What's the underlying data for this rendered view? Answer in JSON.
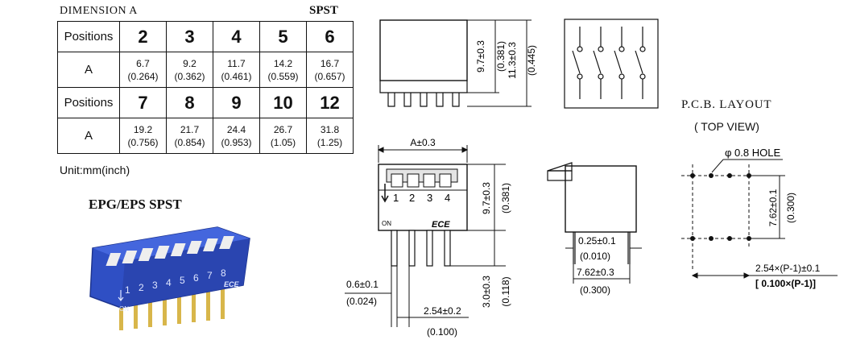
{
  "table": {
    "title": "DIMENSION A",
    "type_label": "SPST",
    "row_label_positions": "Positions",
    "row_label_a": "A",
    "row1": [
      {
        "pos": "2",
        "mm": "6.7",
        "inch": "(0.264)"
      },
      {
        "pos": "3",
        "mm": "9.2",
        "inch": "(0.362)"
      },
      {
        "pos": "4",
        "mm": "11.7",
        "inch": "(0.461)"
      },
      {
        "pos": "5",
        "mm": "14.2",
        "inch": "(0.559)"
      },
      {
        "pos": "6",
        "mm": "16.7",
        "inch": "(0.657)"
      }
    ],
    "row2": [
      {
        "pos": "7",
        "mm": "19.2",
        "inch": "(0.756)"
      },
      {
        "pos": "8",
        "mm": "21.7",
        "inch": "(0.854)"
      },
      {
        "pos": "9",
        "mm": "24.4",
        "inch": "(0.953)"
      },
      {
        "pos": "10",
        "mm": "26.7",
        "inch": "(1.05)"
      },
      {
        "pos": "12",
        "mm": "31.8",
        "inch": "(1.25)"
      }
    ],
    "unit": "Unit:mm(inch)"
  },
  "product": {
    "title": "EPG/EPS SPST",
    "numbers": [
      "1",
      "2",
      "3",
      "4",
      "5",
      "6",
      "7",
      "8"
    ],
    "on_label": "ON",
    "brand": "ECE"
  },
  "side_view": {
    "height_body": "9.7±0.3",
    "height_body_inch": "(0.381)",
    "height_total": "11.3±0.3",
    "height_total_inch": "(0.445)"
  },
  "front_view": {
    "width_a": "A±0.3",
    "height": "9.7±0.3",
    "height_inch": "(0.381)",
    "numbers": [
      "1",
      "2",
      "3",
      "4"
    ],
    "on_label": "ON",
    "brand": "ECE",
    "pin_width": "0.6±0.1",
    "pin_width_inch": "(0.024)",
    "pin_pitch": "2.54±0.2",
    "pin_pitch_inch": "(0.100)",
    "pin_length": "3.0±0.3",
    "pin_length_inch": "(0.118)"
  },
  "end_view": {
    "pin_thick": "0.25±0.1",
    "pin_thick_inch": "(0.010)",
    "row_spacing": "7.62±0.3",
    "row_spacing_inch": "(0.300)"
  },
  "pcb": {
    "title": "P.C.B. LAYOUT",
    "subtitle": "( TOP VIEW)",
    "hole": "φ 0.8 HOLE",
    "row_spacing": "7.62±0.1",
    "row_spacing_inch": "(0.300)",
    "pitch": "2.54×(P-1)±0.1",
    "pitch_inch": "[ 0.100×(P-1)]"
  },
  "colors": {
    "switch_blue": "#2f4fc4",
    "switch_dark": "#1e3590",
    "pin_gold": "#d8b64a"
  }
}
